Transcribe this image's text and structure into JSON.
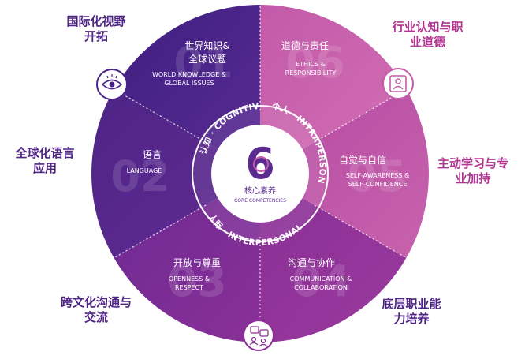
{
  "center": {
    "numeral": "6",
    "title_cn": "核心素养",
    "title_en": "CORE COMPETENCIES"
  },
  "rings": {
    "cognitive": {
      "cn": "认知",
      "en": "COGNITIVE"
    },
    "intrapersonal": {
      "cn": "个人",
      "en": "INTRAPERSONAL"
    },
    "interpersonal": {
      "cn": "人际",
      "en": "INTERPERSONAL"
    }
  },
  "segments": [
    {
      "num": "01",
      "cn": "世界知识&",
      "cn2": "全球议题",
      "en1": "WORLD KNOWLEDGE &",
      "en2": "GLOBAL ISSUES"
    },
    {
      "num": "02",
      "cn": "语言",
      "en1": "LANGUAGE"
    },
    {
      "num": "03",
      "cn": "开放与尊重",
      "en1": "OPENNESS &",
      "en2": "RESPECT"
    },
    {
      "num": "04",
      "cn": "沟通与协作",
      "en1": "COMMUNICATION &",
      "en2": "COLLABORATION"
    },
    {
      "num": "05",
      "cn": "自觉与自信",
      "en1": "SELF-AWARENESS &",
      "en2": "SELF-CONFIDENCE"
    },
    {
      "num": "06",
      "cn": "道德与责任",
      "en1": "ETHICS &",
      "en2": "RESPONSIBILITY"
    }
  ],
  "outer_labels": {
    "top_left": [
      "国际化视野",
      "开拓"
    ],
    "left": [
      "全球化语言",
      "应用"
    ],
    "bottom_left": [
      "跨文化沟通与",
      "交流"
    ],
    "top_right": [
      "行业认知与职",
      "业道德"
    ],
    "right": [
      "主动学习与专",
      "业加持"
    ],
    "bottom_right": [
      "底层职业能",
      "力培养"
    ]
  },
  "icons": [
    "eye-icon",
    "profile-card-icon",
    "people-chat-icon"
  ],
  "colors": {
    "deep_purple": "#4a2384",
    "mid_purple": "#6a2a8f",
    "magenta": "#a63a9a",
    "pink": "#c65ca9",
    "label_purple": "#4e2484",
    "label_pink": "#b33592"
  }
}
